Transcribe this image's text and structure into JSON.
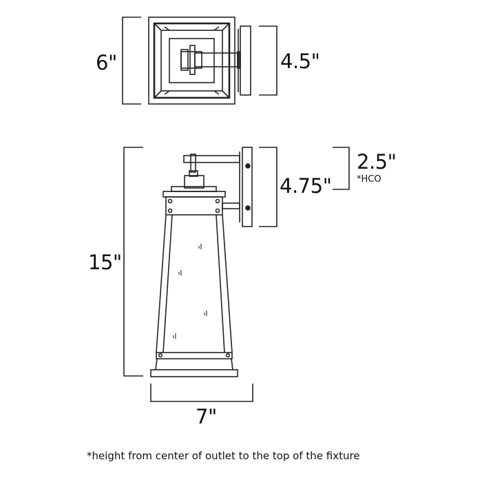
{
  "top_view": {
    "width_label": "6\"",
    "backplate_label": "4.5\""
  },
  "side_view": {
    "height_label": "15\"",
    "backplate_label": "4.75\"",
    "hco_value": "2.5\"",
    "hco_tag": "*HCO",
    "base_width_label": "7\""
  },
  "footnote": "*height from center of outlet to the top of the fixture",
  "colors": {
    "line": "#222222",
    "background": "#ffffff"
  }
}
